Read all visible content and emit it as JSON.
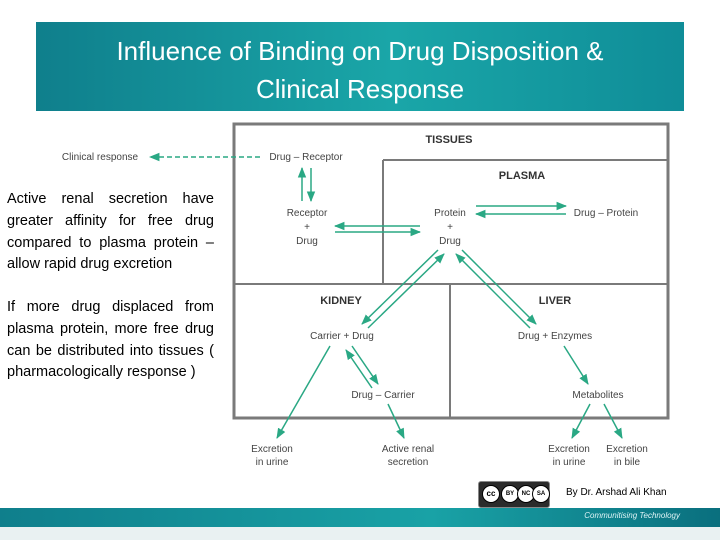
{
  "slide": {
    "title_line1": "Influence of Binding on Drug Disposition &",
    "title_line2": "Clinical Response",
    "text_block1": "Active renal secretion have greater affinity for free drug compared to plasma protein – allow rapid drug excretion",
    "text_block2": "If more drug displaced from plasma protein, more free drug can be distributed into tissues ( pharmacologically response )",
    "author": "By Dr. Arshad Ali Khan",
    "footer_tagline": "Communitising Technology"
  },
  "diagram": {
    "clinical_response": "Clinical response",
    "drug_receptor": "Drug – Receptor",
    "tissues": "TISSUES",
    "plasma": "PLASMA",
    "receptor": "Receptor",
    "plus": "+",
    "drug": "Drug",
    "protein": "Protein",
    "drug_protein": "Drug – Protein",
    "kidney": "KIDNEY",
    "liver": "LIVER",
    "carrier_drug": "Carrier + Drug",
    "drug_enzymes": "Drug + Enzymes",
    "drug_carrier": "Drug – Carrier",
    "metabolites": "Metabolites",
    "excretion": "Excretion",
    "in_urine": "in urine",
    "active_renal": "Active renal",
    "secretion": "secretion",
    "in_bile": "in bile"
  },
  "license": {
    "cc": "cc",
    "by": "BY",
    "nc": "NC",
    "sa": "SA"
  },
  "colors": {
    "teal": "#17a2a4",
    "arrow_green": "#2aa884",
    "box_border": "#7a7a7a"
  }
}
